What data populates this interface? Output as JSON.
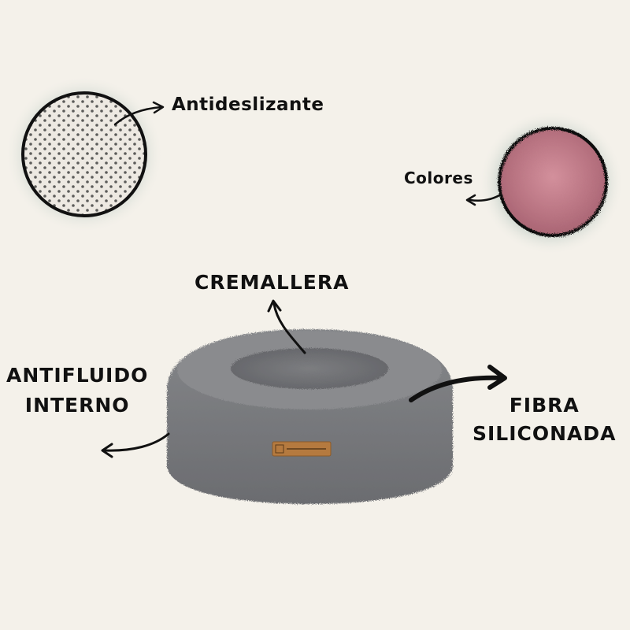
{
  "labels": {
    "antideslizante": "Antideslizante",
    "colores": "Colores",
    "cremallera": "CREMALLERA",
    "antifluido_line1": "ANTIFLUIDO",
    "antifluido_line2": "INTERNO",
    "fibra_line1": "FIBRA",
    "fibra_line2": "SILICONADA"
  },
  "colors": {
    "background": "#f4f1ea",
    "bed_gray": "#767779",
    "swatch_pink": "#b87381",
    "circle_border": "#111111"
  },
  "icons": {
    "arrow": "curved-arrow-icon"
  }
}
